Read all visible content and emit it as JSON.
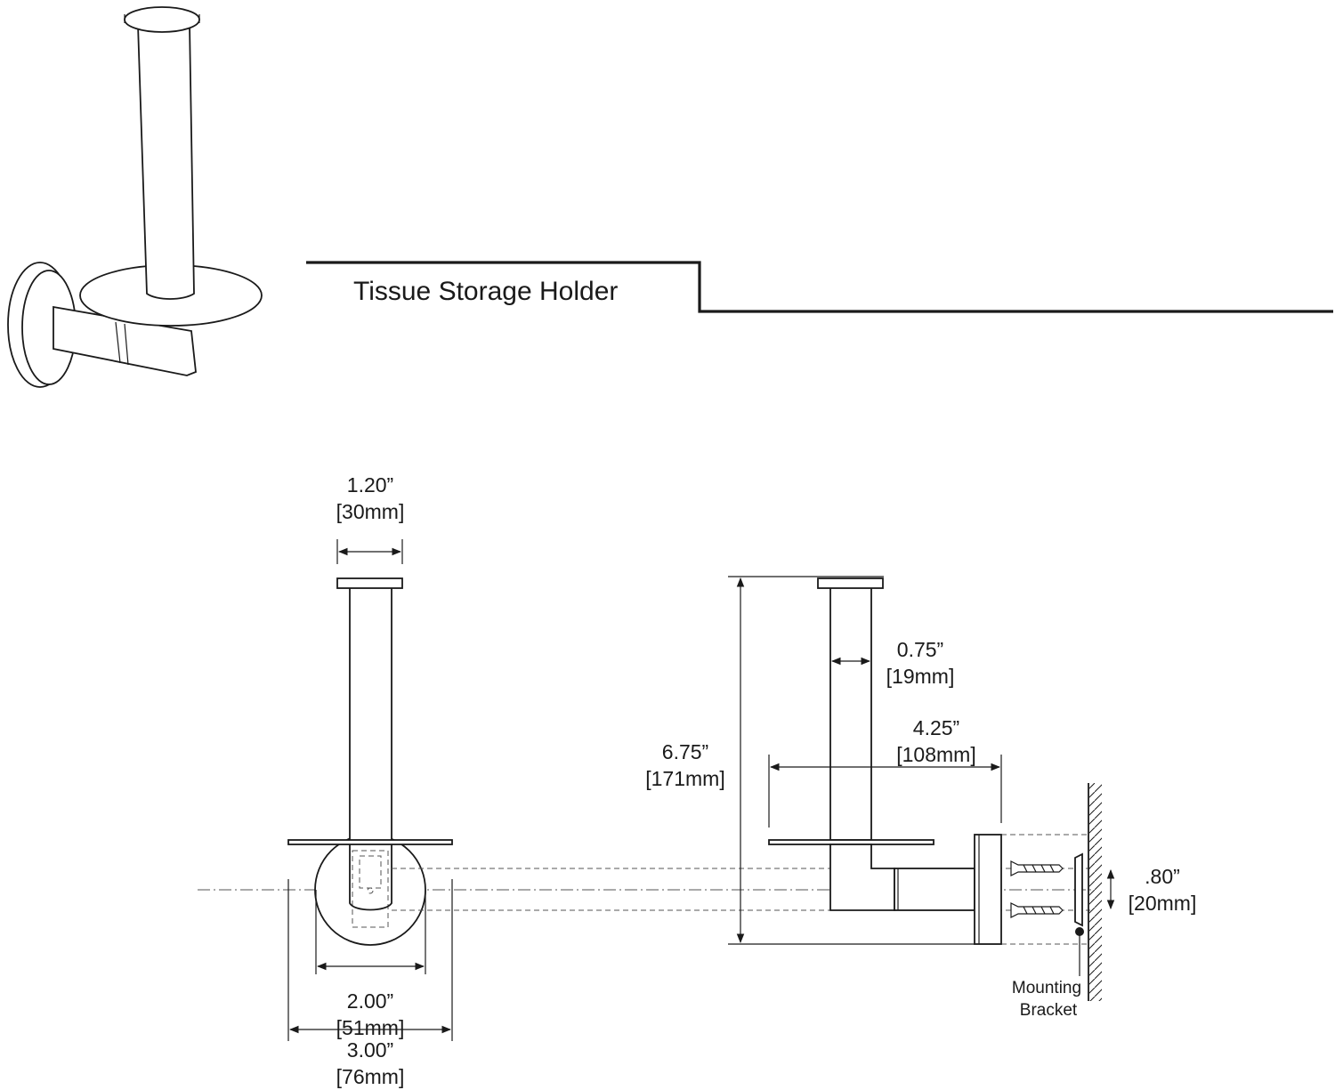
{
  "title": "Tissue Storage Holder",
  "dimensions": {
    "cap_width": {
      "in": "1.20”",
      "mm": "[30mm]"
    },
    "rod_width": {
      "in": "0.75”",
      "mm": "[19mm]"
    },
    "height": {
      "in": "6.75”",
      "mm": "[171mm]"
    },
    "projection": {
      "in": "4.25”",
      "mm": "[108mm]"
    },
    "screw_spacing": {
      "in": ".80”",
      "mm": "[20mm]"
    },
    "base_diameter": {
      "in": "2.00”",
      "mm": "[51mm]"
    },
    "plate_width": {
      "in": "3.00”",
      "mm": "[76mm]"
    }
  },
  "callouts": {
    "bracket_line1": "Mounting",
    "bracket_line2": "Bracket"
  }
}
